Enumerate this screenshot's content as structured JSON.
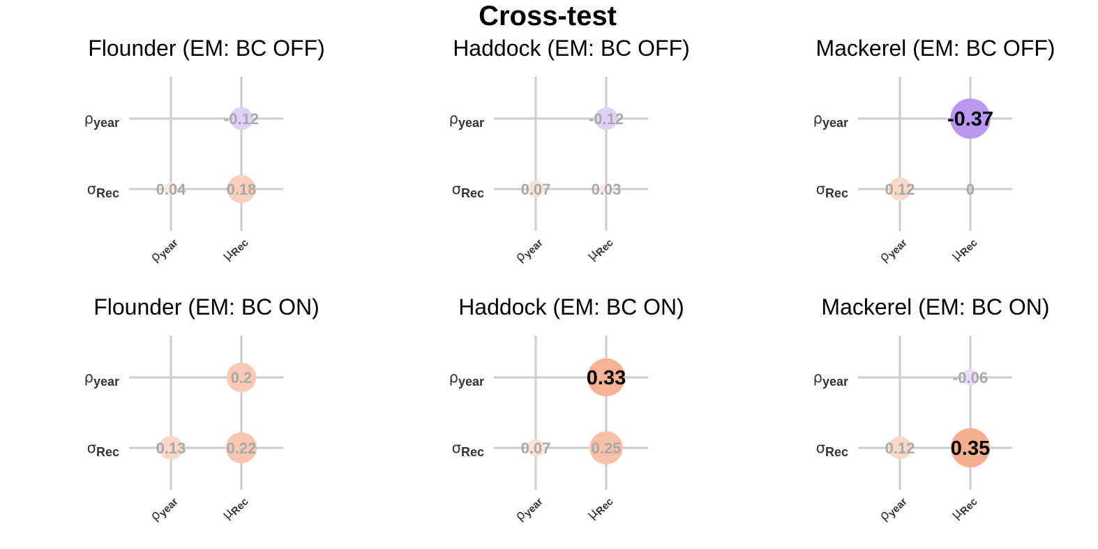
{
  "title": "Cross-test",
  "colors": {
    "positive": "#f4a582",
    "negative": "#b591f0",
    "gridline": "#cccccc",
    "faded_label": "#a8a8a8",
    "strong_label": "#000000"
  },
  "axis_labels": {
    "y": [
      {
        "base": "ρ",
        "sub": "year"
      },
      {
        "base": "σ",
        "sub": "Rec"
      }
    ],
    "x": [
      {
        "base": "ρ",
        "sub": "year"
      },
      {
        "base": "μ",
        "sub": "Rec"
      }
    ]
  },
  "chart_data": [
    {
      "type": "heatmap",
      "title": "Flounder (EM: BC OFF)",
      "rows": [
        "ρyear",
        "σRec"
      ],
      "cols": [
        "ρyear",
        "μRec"
      ],
      "cells": [
        {
          "row": "ρyear",
          "col": "μRec",
          "value": -0.12,
          "label": "-0.12"
        },
        {
          "row": "σRec",
          "col": "ρyear",
          "value": 0.04,
          "label": "0.04"
        },
        {
          "row": "σRec",
          "col": "μRec",
          "value": 0.18,
          "label": "0.18"
        }
      ]
    },
    {
      "type": "heatmap",
      "title": "Haddock (EM: BC OFF)",
      "rows": [
        "ρyear",
        "σRec"
      ],
      "cols": [
        "ρyear",
        "μRec"
      ],
      "cells": [
        {
          "row": "ρyear",
          "col": "μRec",
          "value": -0.12,
          "label": "-0.12"
        },
        {
          "row": "σRec",
          "col": "ρyear",
          "value": 0.07,
          "label": "0.07"
        },
        {
          "row": "σRec",
          "col": "μRec",
          "value": 0.03,
          "label": "0.03"
        }
      ]
    },
    {
      "type": "heatmap",
      "title": "Mackerel (EM: BC OFF)",
      "rows": [
        "ρyear",
        "σRec"
      ],
      "cols": [
        "ρyear",
        "μRec"
      ],
      "cells": [
        {
          "row": "ρyear",
          "col": "μRec",
          "value": -0.37,
          "label": "-0.37"
        },
        {
          "row": "σRec",
          "col": "ρyear",
          "value": 0.12,
          "label": "0.12"
        },
        {
          "row": "σRec",
          "col": "μRec",
          "value": 0,
          "label": "0"
        }
      ]
    },
    {
      "type": "heatmap",
      "title": "Flounder (EM: BC ON)",
      "rows": [
        "ρyear",
        "σRec"
      ],
      "cols": [
        "ρyear",
        "μRec"
      ],
      "cells": [
        {
          "row": "ρyear",
          "col": "μRec",
          "value": 0.2,
          "label": "0.2"
        },
        {
          "row": "σRec",
          "col": "ρyear",
          "value": 0.13,
          "label": "0.13"
        },
        {
          "row": "σRec",
          "col": "μRec",
          "value": 0.22,
          "label": "0.22"
        }
      ]
    },
    {
      "type": "heatmap",
      "title": "Haddock (EM: BC ON)",
      "rows": [
        "ρyear",
        "σRec"
      ],
      "cols": [
        "ρyear",
        "μRec"
      ],
      "cells": [
        {
          "row": "ρyear",
          "col": "μRec",
          "value": 0.33,
          "label": "0.33"
        },
        {
          "row": "σRec",
          "col": "ρyear",
          "value": 0.07,
          "label": "0.07"
        },
        {
          "row": "σRec",
          "col": "μRec",
          "value": 0.25,
          "label": "0.25"
        }
      ]
    },
    {
      "type": "heatmap",
      "title": "Mackerel (EM: BC ON)",
      "rows": [
        "ρyear",
        "σRec"
      ],
      "cols": [
        "ρyear",
        "μRec"
      ],
      "cells": [
        {
          "row": "ρyear",
          "col": "μRec",
          "value": -0.06,
          "label": "-0.06"
        },
        {
          "row": "σRec",
          "col": "ρyear",
          "value": 0.12,
          "label": "0.12"
        },
        {
          "row": "σRec",
          "col": "μRec",
          "value": 0.35,
          "label": "0.35"
        }
      ]
    }
  ]
}
